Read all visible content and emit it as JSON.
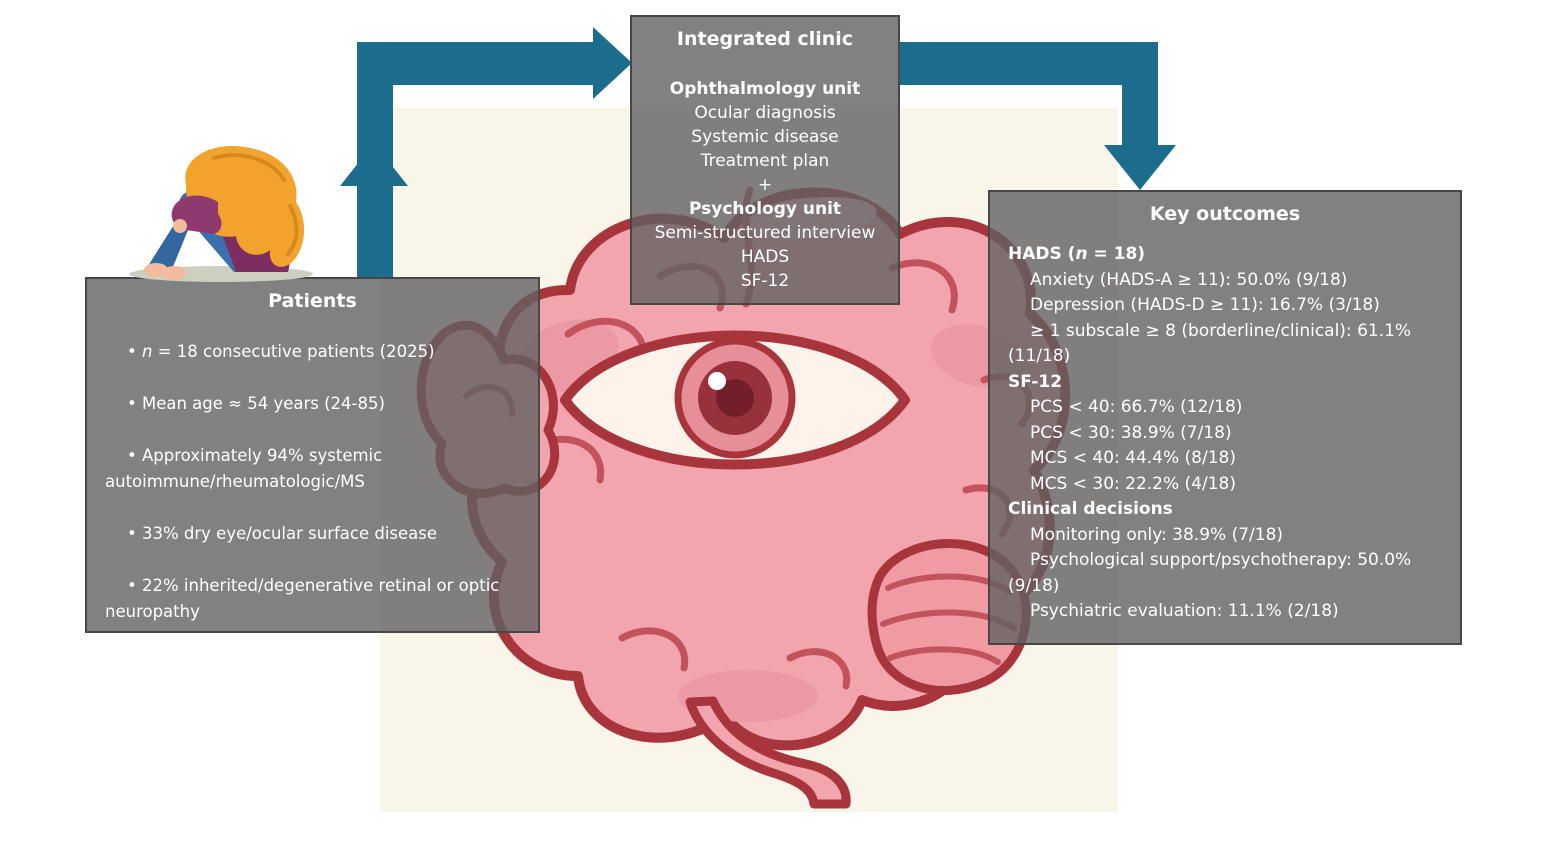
{
  "patients": {
    "title": "Patients",
    "n_bullet": {
      "pre": "• ",
      "italic": "n",
      "rest": " = 18 consecutive patients (2025)"
    },
    "bullets": [
      "• Mean age ≈ 54 years (24-85)",
      "• Approximately 94% systemic autoimmune/rheumatologic/MS",
      "• 33% dry eye/ocular surface disease",
      "• 22% inherited/degenerative retinal or optic neuropathy"
    ]
  },
  "clinic": {
    "title": "Integrated clinic",
    "oph_header": "Ophthalmology unit",
    "oph_items": [
      "Ocular diagnosis",
      "Systemic disease",
      "Treatment plan"
    ],
    "plus": "+",
    "psy_header": "Psychology unit",
    "psy_items": [
      "Semi-structured interview",
      "HADS",
      "SF-12"
    ]
  },
  "outcomes": {
    "title": "Key outcomes",
    "hads_header": {
      "pre": "HADS (",
      "italic": "n",
      "rest": " = 18)"
    },
    "hads_items": [
      "Anxiety (HADS-A ≥ 11): 50.0% (9/18)",
      "Depression (HADS-D ≥ 11): 16.7% (3/18)",
      "≥ 1 subscale ≥ 8 (borderline/clinical): 61.1% (11/18)"
    ],
    "sf_header": "SF-12",
    "sf_items": [
      "PCS < 40: 66.7% (12/18)",
      "PCS < 30: 38.9% (7/18)",
      "MCS < 40: 44.4% (8/18)",
      "MCS < 30: 22.2% (4/18)"
    ],
    "decisions_header": "Clinical decisions",
    "decision_items": [
      "Monitoring only: 38.9% (7/18)",
      "Psychological support/psychotherapy: 50.0% (9/18)",
      "Psychiatric evaluation: 11.1% (2/18)"
    ]
  },
  "colors": {
    "arrow_teal": "#1c6d8d",
    "box_gray": "#626262",
    "box_border": "#474747",
    "background_cream": "#f9f6e9",
    "brain_pink": "#f3a5ad",
    "brain_outline": "#a9353c",
    "iris_pink": "#e78f99",
    "hair_orange": "#f2a32e",
    "sweater_purple": "#7e2d60",
    "jeans_blue": "#3a70ad",
    "text_white": "#ffffff"
  }
}
